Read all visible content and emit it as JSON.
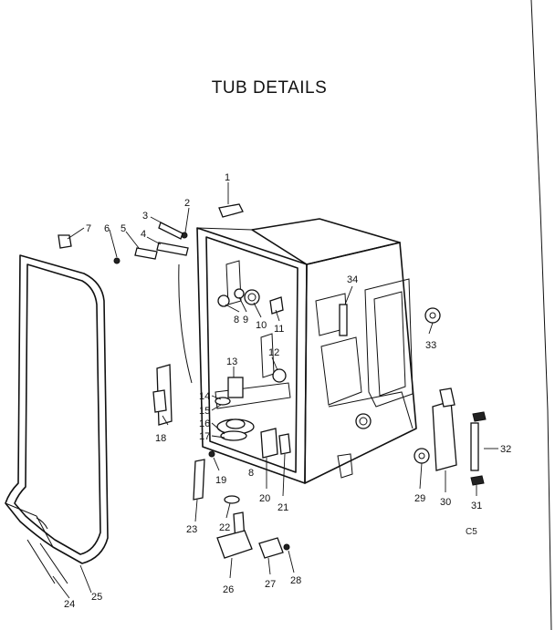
{
  "title": "TUB DETAILS",
  "figure_code": "C5",
  "labels": [
    "1",
    "2",
    "3",
    "4",
    "5",
    "6",
    "7",
    "8",
    "9",
    "10",
    "11",
    "12",
    "13",
    "14",
    "15",
    "16",
    "17",
    "18",
    "19",
    "20",
    "21",
    "22",
    "23",
    "24",
    "25",
    "26",
    "27",
    "28",
    "29",
    "30",
    "31",
    "32",
    "33",
    "34",
    "8"
  ]
}
